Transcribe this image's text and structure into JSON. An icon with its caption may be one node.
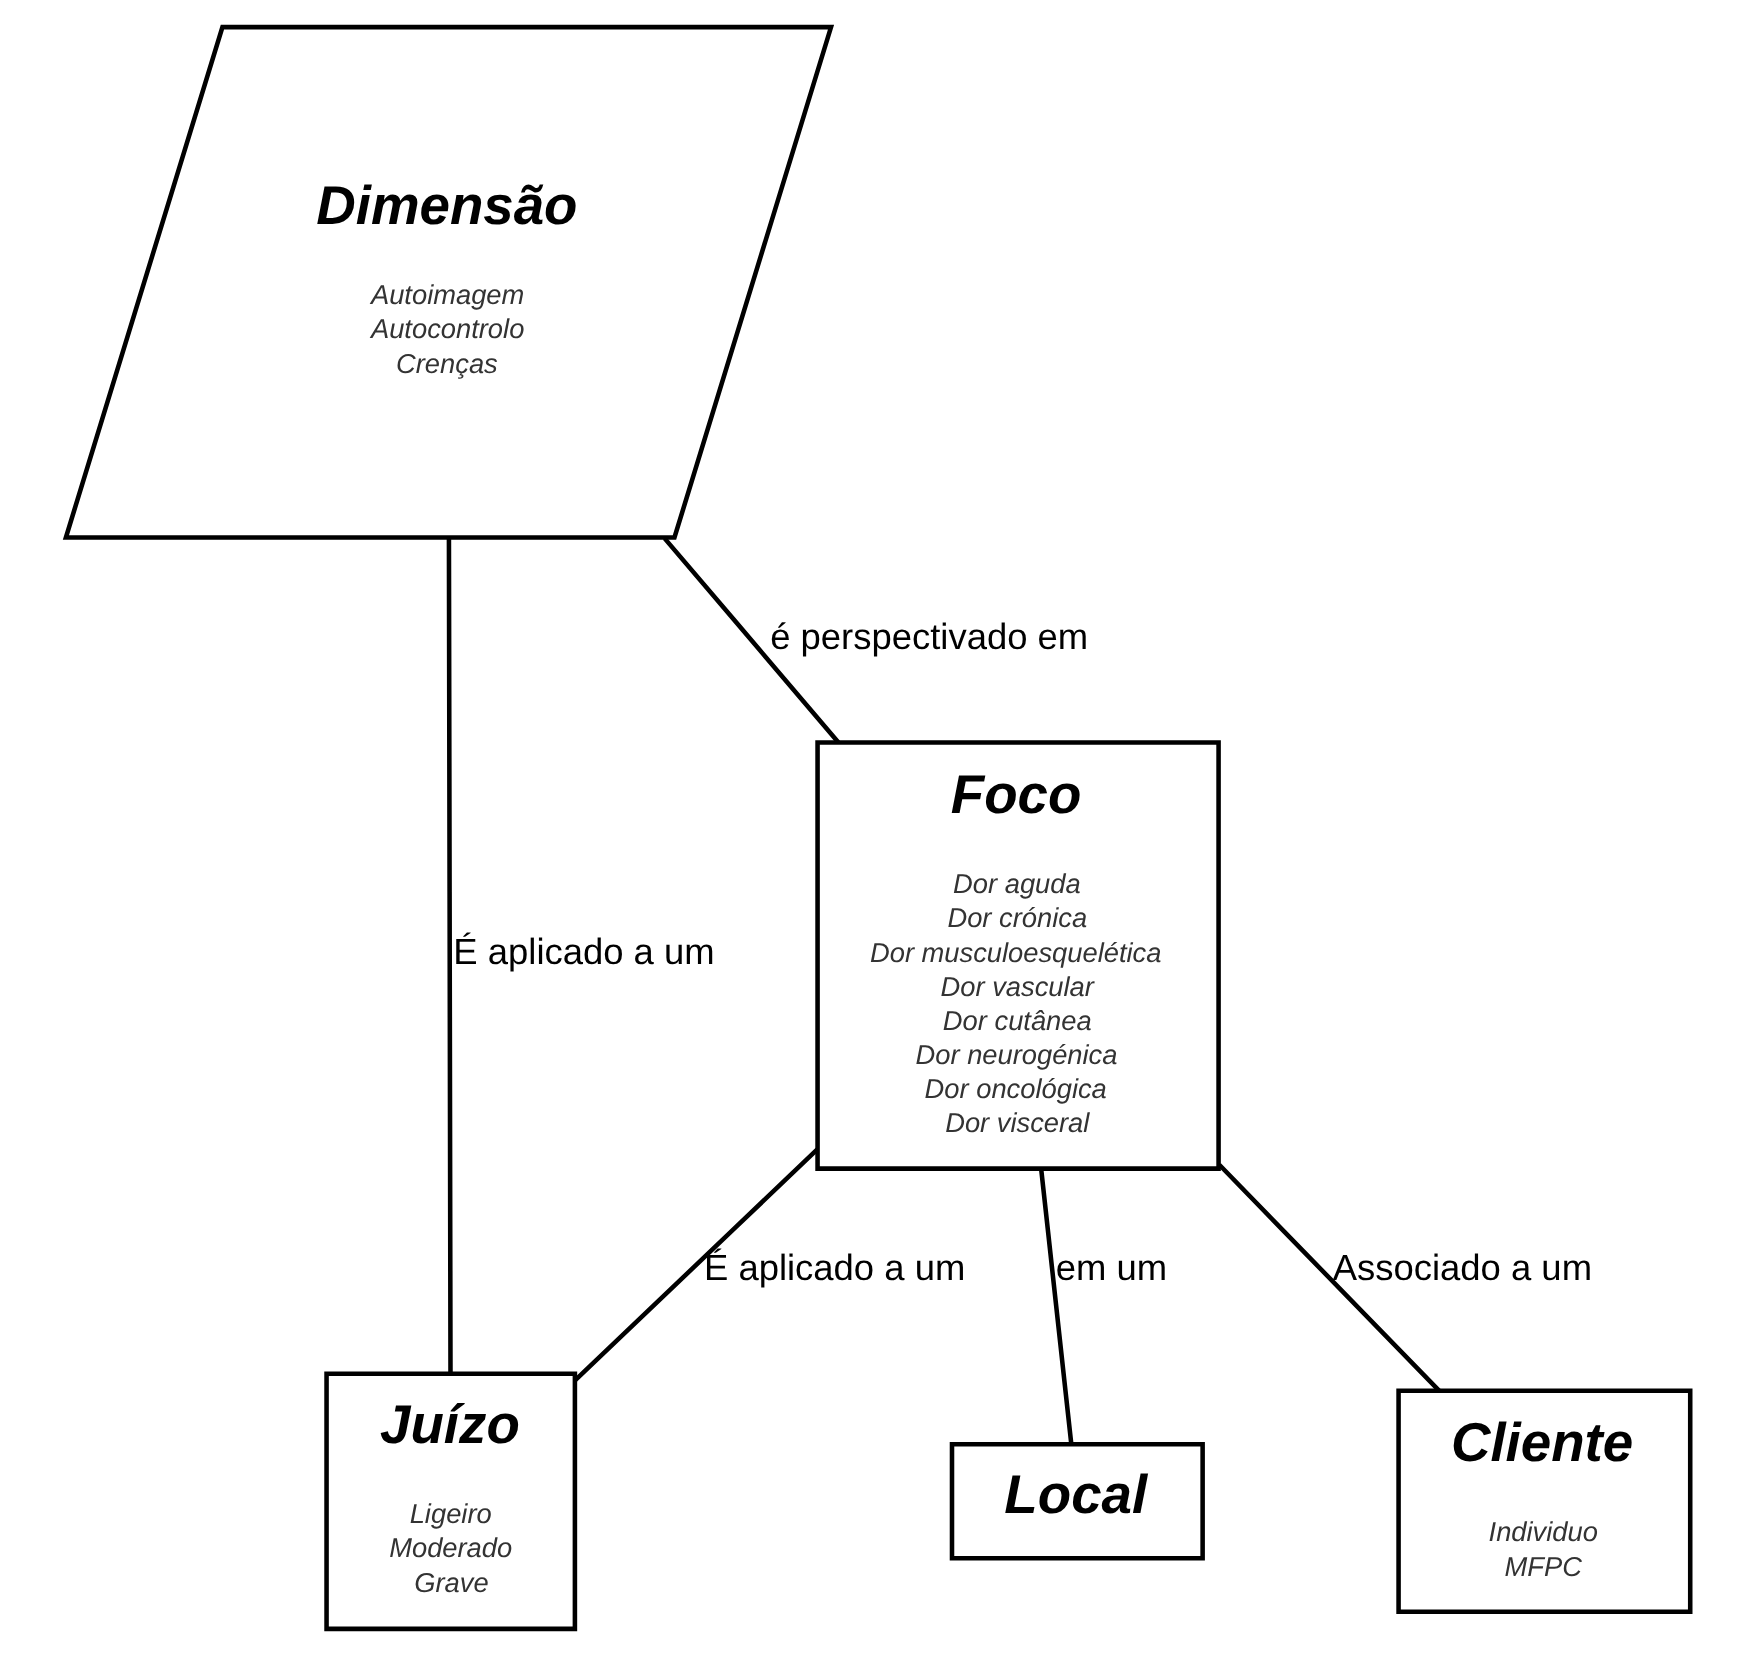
{
  "diagram": {
    "nodes": [
      {
        "text": [
          "Dimensão",
          "Autoimagem",
          "Autocontrolo",
          "Crenças"
        ]
      },
      {
        "text": [
          "Foco",
          "Dor aguda",
          "Dor crónica",
          "Dor musculoesquelética",
          "Dor vascular",
          "Dor cutânea",
          "Dor neurogénica",
          "Dor oncológica",
          "Dor visceral"
        ]
      },
      {
        "text": [
          "Juízo",
          "Ligeiro",
          "Moderado",
          "Grave"
        ]
      },
      {
        "text": [
          "Local"
        ]
      },
      {
        "text": [
          "Cliente",
          "Individuo",
          "MFPC"
        ]
      }
    ],
    "edges": [
      {
        "from": 1,
        "to": 0,
        "arrow": "none",
        "label": "é perspectivado em"
      },
      {
        "from": 0,
        "to": 2,
        "arrow": "none",
        "label": "É aplicado a um"
      },
      {
        "from": 1,
        "to": 2,
        "arrow": "none",
        "label": "É aplicado a um"
      },
      {
        "from": 1,
        "to": 3,
        "arrow": "none",
        "label": "em um"
      },
      {
        "from": 1,
        "to": 4,
        "arrow": "none",
        "label": "Associado a um"
      }
    ]
  }
}
